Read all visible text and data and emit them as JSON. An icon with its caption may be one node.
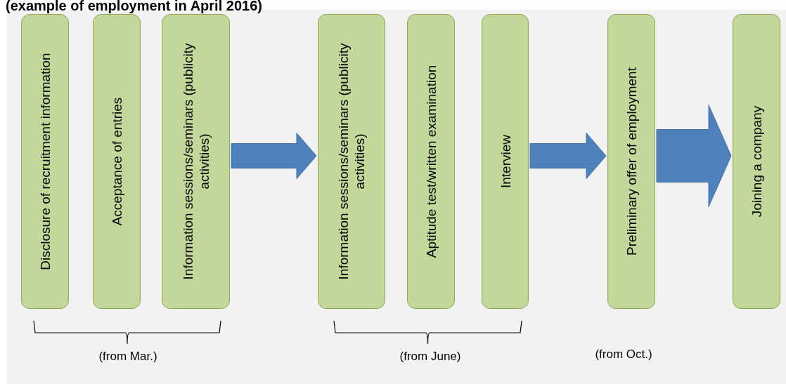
{
  "diagram": {
    "title": "(example of employment in April 2016)",
    "nodes": [
      {
        "text": [
          "Disclosure of recruitment information"
        ]
      },
      {
        "text": [
          "Acceptance of entries"
        ]
      },
      {
        "text": [
          "Information sessions/seminars (publicity activities)"
        ]
      },
      {
        "text": [
          "Information sessions/seminars (publicity activities)"
        ]
      },
      {
        "text": [
          "Aptitude test/written examination"
        ]
      },
      {
        "text": [
          "Interview"
        ]
      },
      {
        "text": [
          "Preliminary offer of employment"
        ]
      },
      {
        "text": [
          "Joining a company"
        ]
      }
    ],
    "edges": [
      {
        "from": 2,
        "to": 3,
        "arrow": "to"
      },
      {
        "from": 5,
        "to": 6,
        "arrow": "to"
      },
      {
        "from": 6,
        "to": 7,
        "arrow": "to",
        "style": "thick"
      }
    ],
    "labels": [
      "(from Mar.)",
      "(from June)",
      "(from Oct.)"
    ]
  }
}
